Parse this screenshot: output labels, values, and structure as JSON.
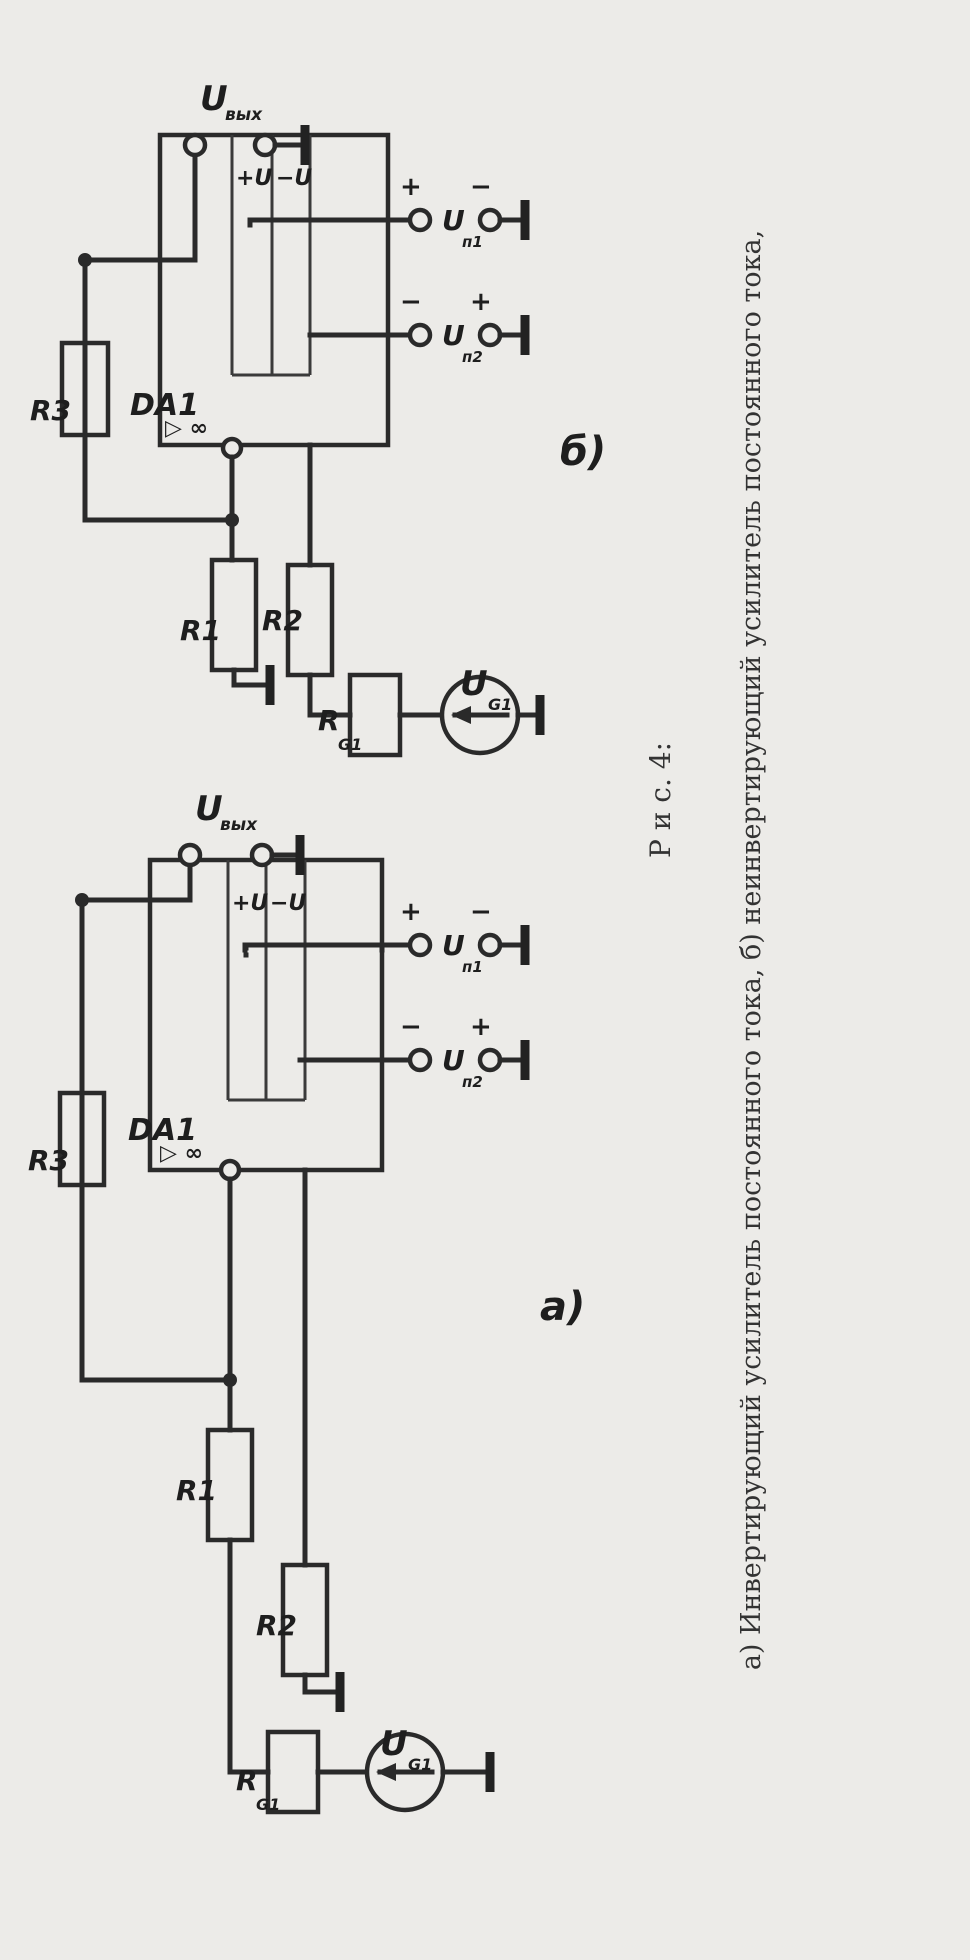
{
  "diagram": {
    "caption_title": "Р и с. 4:",
    "caption_text": "а) Инвертирующий усилитель постоянного тока, б) неинвертирующий усилитель постоянного тока,",
    "panel_a_label": "а)",
    "panel_b_label": "б)",
    "opamp": {
      "name": "DA1",
      "symbol": "▷ ∞",
      "plus_pin": "+U",
      "minus_pin": "−U"
    },
    "resistors": {
      "r1": "R1",
      "r2": "R2",
      "r3": "R3",
      "rg_main": "R",
      "rg_sub": "G1"
    },
    "source": {
      "main": "U",
      "sub": "G1"
    },
    "output": {
      "main": "U",
      "sub": "вых"
    },
    "supply1": {
      "main": "U",
      "sub": "п1",
      "plus": "+",
      "minus": "−"
    },
    "supply2": {
      "main": "U",
      "sub": "п2",
      "plus": "+",
      "minus": "−"
    }
  }
}
